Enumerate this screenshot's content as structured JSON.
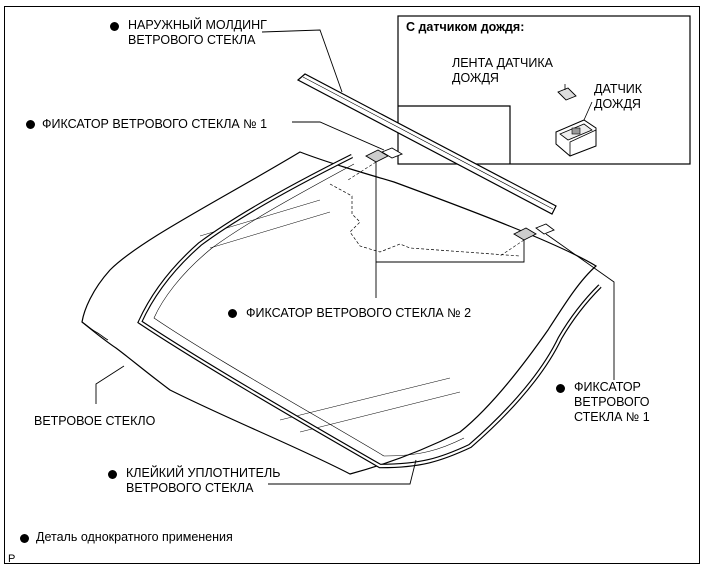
{
  "inset": {
    "title": "С датчиком дождя:",
    "tape_label": [
      "ЛЕНТА ДАТЧИКА",
      "ДОЖДЯ"
    ],
    "sensor_label": [
      "ДАТЧИК",
      "ДОЖДЯ"
    ]
  },
  "labels": {
    "outer_molding": [
      "НАРУЖНЫЙ МОЛДИНГ",
      "ВЕТРОВОГО СТЕКЛА"
    ],
    "retainer_1_left": "ФИКСАТОР ВЕТРОВОГО СТЕКЛА № 1",
    "retainer_2": "ФИКСАТОР ВЕТРОВОГО СТЕКЛА № 2",
    "retainer_1_right": [
      "ФИКСАТОР",
      "ВЕТРОВОГО",
      "СТЕКЛА № 1"
    ],
    "windshield_glass": "ВЕТРОВОЕ СТЕКЛО",
    "adhesive_dam": [
      "КЛЕЙКИЙ УПЛОТНИТЕЛЬ",
      "ВЕТРОВОГО СТЕКЛА"
    ]
  },
  "legend": {
    "non_reusable": "Деталь однократного применения"
  },
  "corner_mark": "P"
}
